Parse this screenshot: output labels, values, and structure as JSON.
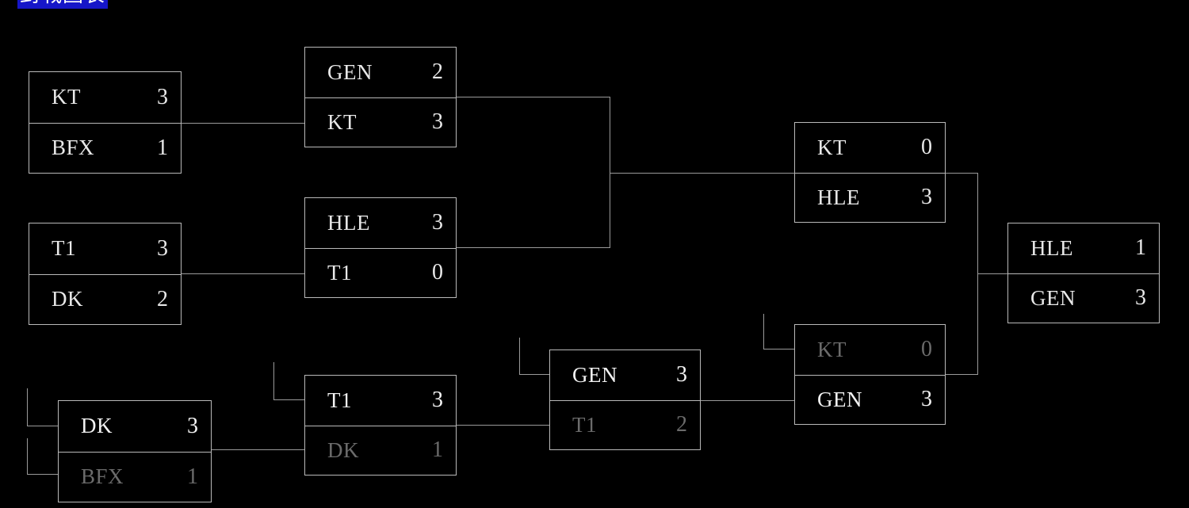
{
  "page": {
    "title": "對戰圖表",
    "background_color": "#000000",
    "line_color": "#9a9a9a",
    "border_color": "#b9b9b9",
    "winner_text_color": "#f2f2f2",
    "loser_text_color": "#6b6b6b",
    "highlight_color": "#1616c8"
  },
  "bracket": {
    "type": "single-elimination-tournament-bracket",
    "matches": [
      {
        "id": "r1-m1",
        "round": 1,
        "top": {
          "team": "KT",
          "score": "3",
          "state": "neu"
        },
        "bottom": {
          "team": "BFX",
          "score": "1",
          "state": "neu"
        }
      },
      {
        "id": "r1-m2",
        "round": 1,
        "top": {
          "team": "T1",
          "score": "3",
          "state": "neu"
        },
        "bottom": {
          "team": "DK",
          "score": "2",
          "state": "neu"
        }
      },
      {
        "id": "r1-m3",
        "round": 1,
        "top": {
          "team": "DK",
          "score": "3",
          "state": "win"
        },
        "bottom": {
          "team": "BFX",
          "score": "1",
          "state": "lose"
        }
      },
      {
        "id": "r2-m1",
        "round": 2,
        "top": {
          "team": "GEN",
          "score": "2",
          "state": "neu"
        },
        "bottom": {
          "team": "KT",
          "score": "3",
          "state": "neu"
        }
      },
      {
        "id": "r2-m2",
        "round": 2,
        "top": {
          "team": "HLE",
          "score": "3",
          "state": "neu"
        },
        "bottom": {
          "team": "T1",
          "score": "0",
          "state": "neu"
        }
      },
      {
        "id": "r2-m3",
        "round": 2,
        "top": {
          "team": "T1",
          "score": "3",
          "state": "win"
        },
        "bottom": {
          "team": "DK",
          "score": "1",
          "state": "lose"
        }
      },
      {
        "id": "r3-m1",
        "round": 3,
        "top": {
          "team": "GEN",
          "score": "3",
          "state": "win"
        },
        "bottom": {
          "team": "T1",
          "score": "2",
          "state": "lose"
        }
      },
      {
        "id": "r4-m1",
        "round": 4,
        "top": {
          "team": "KT",
          "score": "0",
          "state": "neu"
        },
        "bottom": {
          "team": "HLE",
          "score": "3",
          "state": "neu"
        }
      },
      {
        "id": "r4-m2",
        "round": 4,
        "top": {
          "team": "KT",
          "score": "0",
          "state": "lose"
        },
        "bottom": {
          "team": "GEN",
          "score": "3",
          "state": "win"
        }
      },
      {
        "id": "final",
        "round": 5,
        "top": {
          "team": "HLE",
          "score": "1",
          "state": "neu"
        },
        "bottom": {
          "team": "GEN",
          "score": "3",
          "state": "neu"
        }
      }
    ]
  }
}
